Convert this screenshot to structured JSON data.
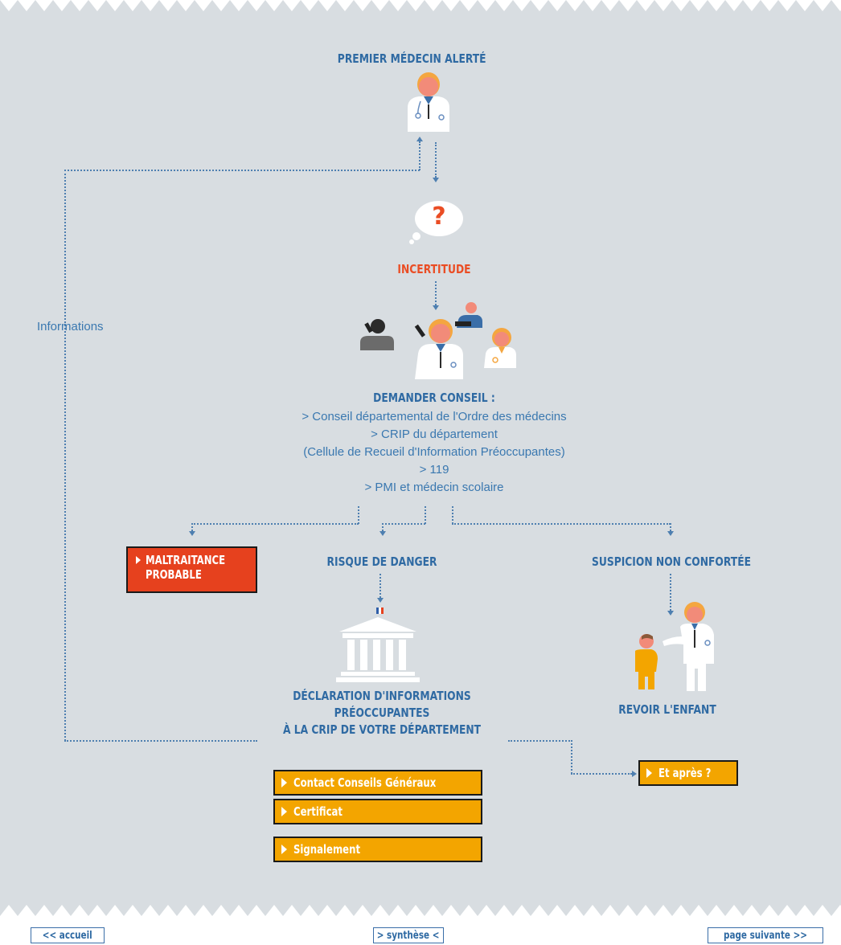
{
  "nodes": {
    "first_doctor": "PREMIER MÉDECIN ALERTÉ",
    "uncertainty": "INCERTITUDE",
    "question_mark": "?",
    "ask_advice": "DEMANDER CONSEIL :",
    "advice_lines": [
      "> Conseil départemental de l'Ordre des médecins",
      "> CRIP du département",
      "(Cellule de Recueil d'Information Préoccupantes)",
      "> 119",
      "> PMI et médecin scolaire"
    ],
    "danger_risk": "RISQUE DE DANGER",
    "suspicion": "SUSPICION NON CONFORTÉE",
    "declaration_lines": [
      "DÉCLARATION D'INFORMATIONS",
      "PRÉOCCUPANTES",
      "À LA CRIP DE VOTRE DÉPARTEMENT"
    ],
    "see_child": "REVOIR L'ENFANT",
    "informations": "Informations"
  },
  "buttons": {
    "maltraitance_line1": "MALTRAITANCE",
    "maltraitance_line2": "PROBABLE",
    "contact": "Contact Conseils Généraux",
    "certificat": "Certificat",
    "signalement": "Signalement",
    "et_apres": "Et après ?"
  },
  "nav": {
    "home": "<< accueil",
    "summary": "> synthèse <",
    "next": "page suivante >>"
  },
  "colors": {
    "panel": "#d8dde1",
    "title_blue": "#2f6aa3",
    "alert_orange": "#ea4d24",
    "button_yellow": "#f3a500",
    "button_red": "#e6411e"
  }
}
